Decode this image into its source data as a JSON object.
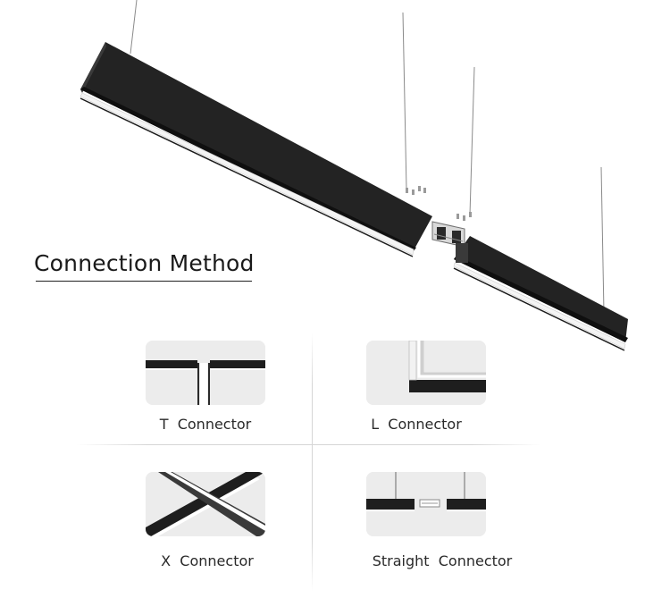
{
  "section_title": "Connection Method",
  "connectors": [
    {
      "label": "T  Connector",
      "icon": "t-connector-icon"
    },
    {
      "label": "L  Connector",
      "icon": "l-connector-icon"
    },
    {
      "label": "X  Connector",
      "icon": "x-connector-icon"
    },
    {
      "label": "Straight  Connector",
      "icon": "straight-connector-icon"
    }
  ],
  "colors": {
    "fixture": "#1c1c1c",
    "diffuser": "#ffffff",
    "thumb_background": "#ececec"
  }
}
